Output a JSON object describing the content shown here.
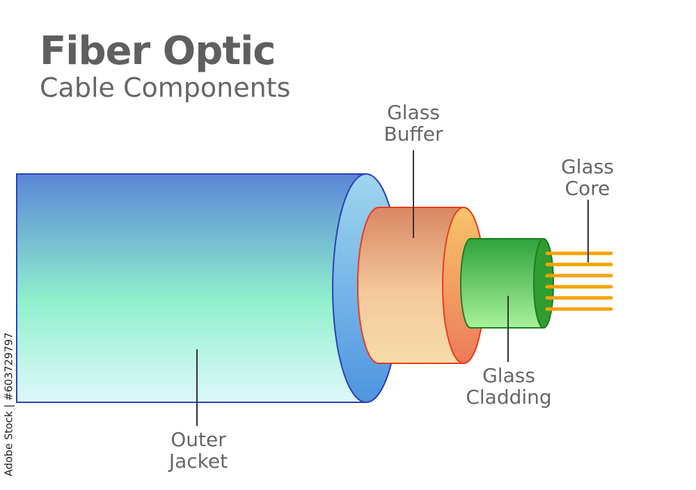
{
  "title": "Fiber Optic",
  "subtitle": "Cable Components",
  "labels": {
    "glass_buffer": [
      "Glass",
      "Buffer"
    ],
    "glass_core": [
      "Glass",
      "Core"
    ],
    "glass_cladding": [
      "Glass",
      "Cladding"
    ],
    "outer_jacket": [
      "Outer",
      "Jacket"
    ]
  },
  "credit": "Adobe Stock | #603729797",
  "colors": {
    "jacket_top": "#5b86d6",
    "jacket_mid": "#8ef0cc",
    "jacket_bottom": "#dff8fb",
    "jacket_stroke": "#2a3fb8",
    "buffer_top": "#d98763",
    "buffer_bottom": "#f6d8a4",
    "buffer_stroke": "#ee3a1a",
    "cladding_top": "#2fa23c",
    "cladding_bottom": "#a8f29a",
    "cladding_stroke": "#1e7d22",
    "core": "#f6a200",
    "text": "#666666"
  }
}
